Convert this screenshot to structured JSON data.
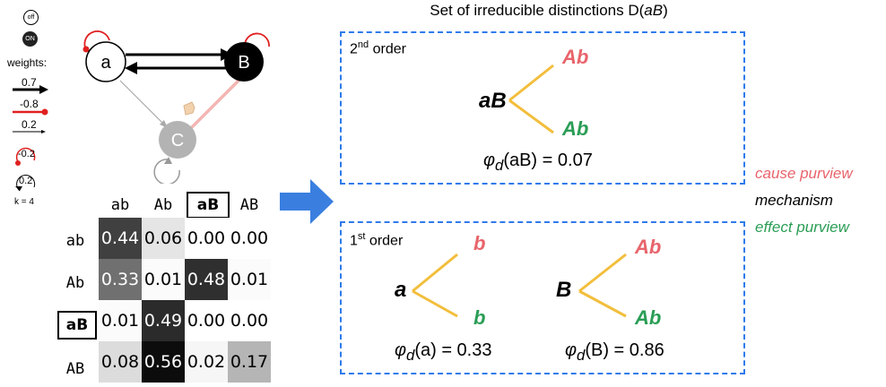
{
  "legend": {
    "off_label": "off",
    "on_label": "ON",
    "weights_label": "weights:",
    "w1": "0.7",
    "w2": "-0.8",
    "w3": "0.2",
    "w4": "-0.2",
    "w5": "0.2",
    "k_label": "k = 4"
  },
  "network": {
    "node_a": "a",
    "node_b": "B",
    "node_c": "C"
  },
  "matrix": {
    "col_headers": [
      "ab",
      "Ab",
      "aB",
      "AB"
    ],
    "row_headers": [
      "ab",
      "Ab",
      "aB",
      "AB"
    ],
    "highlighted": "aB",
    "values": [
      [
        "0.44",
        "0.06",
        "0.00",
        "0.00"
      ],
      [
        "0.33",
        "0.01",
        "0.48",
        "0.01"
      ],
      [
        "0.01",
        "0.49",
        "0.00",
        "0.00"
      ],
      [
        "0.08",
        "0.56",
        "0.02",
        "0.17"
      ]
    ]
  },
  "title": {
    "prefix": "Set of irreducible distinctions D(",
    "italic": "aB",
    "suffix": ")"
  },
  "panel2": {
    "order_num": "2",
    "order_sup": "nd",
    "order_word": "order",
    "mechanism": "aB",
    "cause": "Ab",
    "effect": "Ab",
    "phi": "φ",
    "phi_sub": "d",
    "phi_arg": "(aB) = 0.07"
  },
  "panel1": {
    "order_num": "1",
    "order_sup": "st",
    "order_word": "order",
    "left": {
      "mechanism": "a",
      "cause": "b",
      "effect": "b",
      "phi": "φ",
      "phi_sub": "d",
      "phi_arg": "(a) = 0.33"
    },
    "right": {
      "mechanism": "B",
      "cause": "Ab",
      "effect": "Ab",
      "phi": "φ",
      "phi_sub": "d",
      "phi_arg": "(B) = 0.86"
    }
  },
  "key": {
    "cause": "cause purview",
    "mechanism": "mechanism",
    "effect": "effect purview"
  },
  "colors": {
    "cause": "#e8646b",
    "effect": "#2a9d55",
    "branch": "#f2be3c",
    "panel_border": "#2f7bea",
    "arrow": "#3a7fe0",
    "inhibit": "#e02020"
  }
}
